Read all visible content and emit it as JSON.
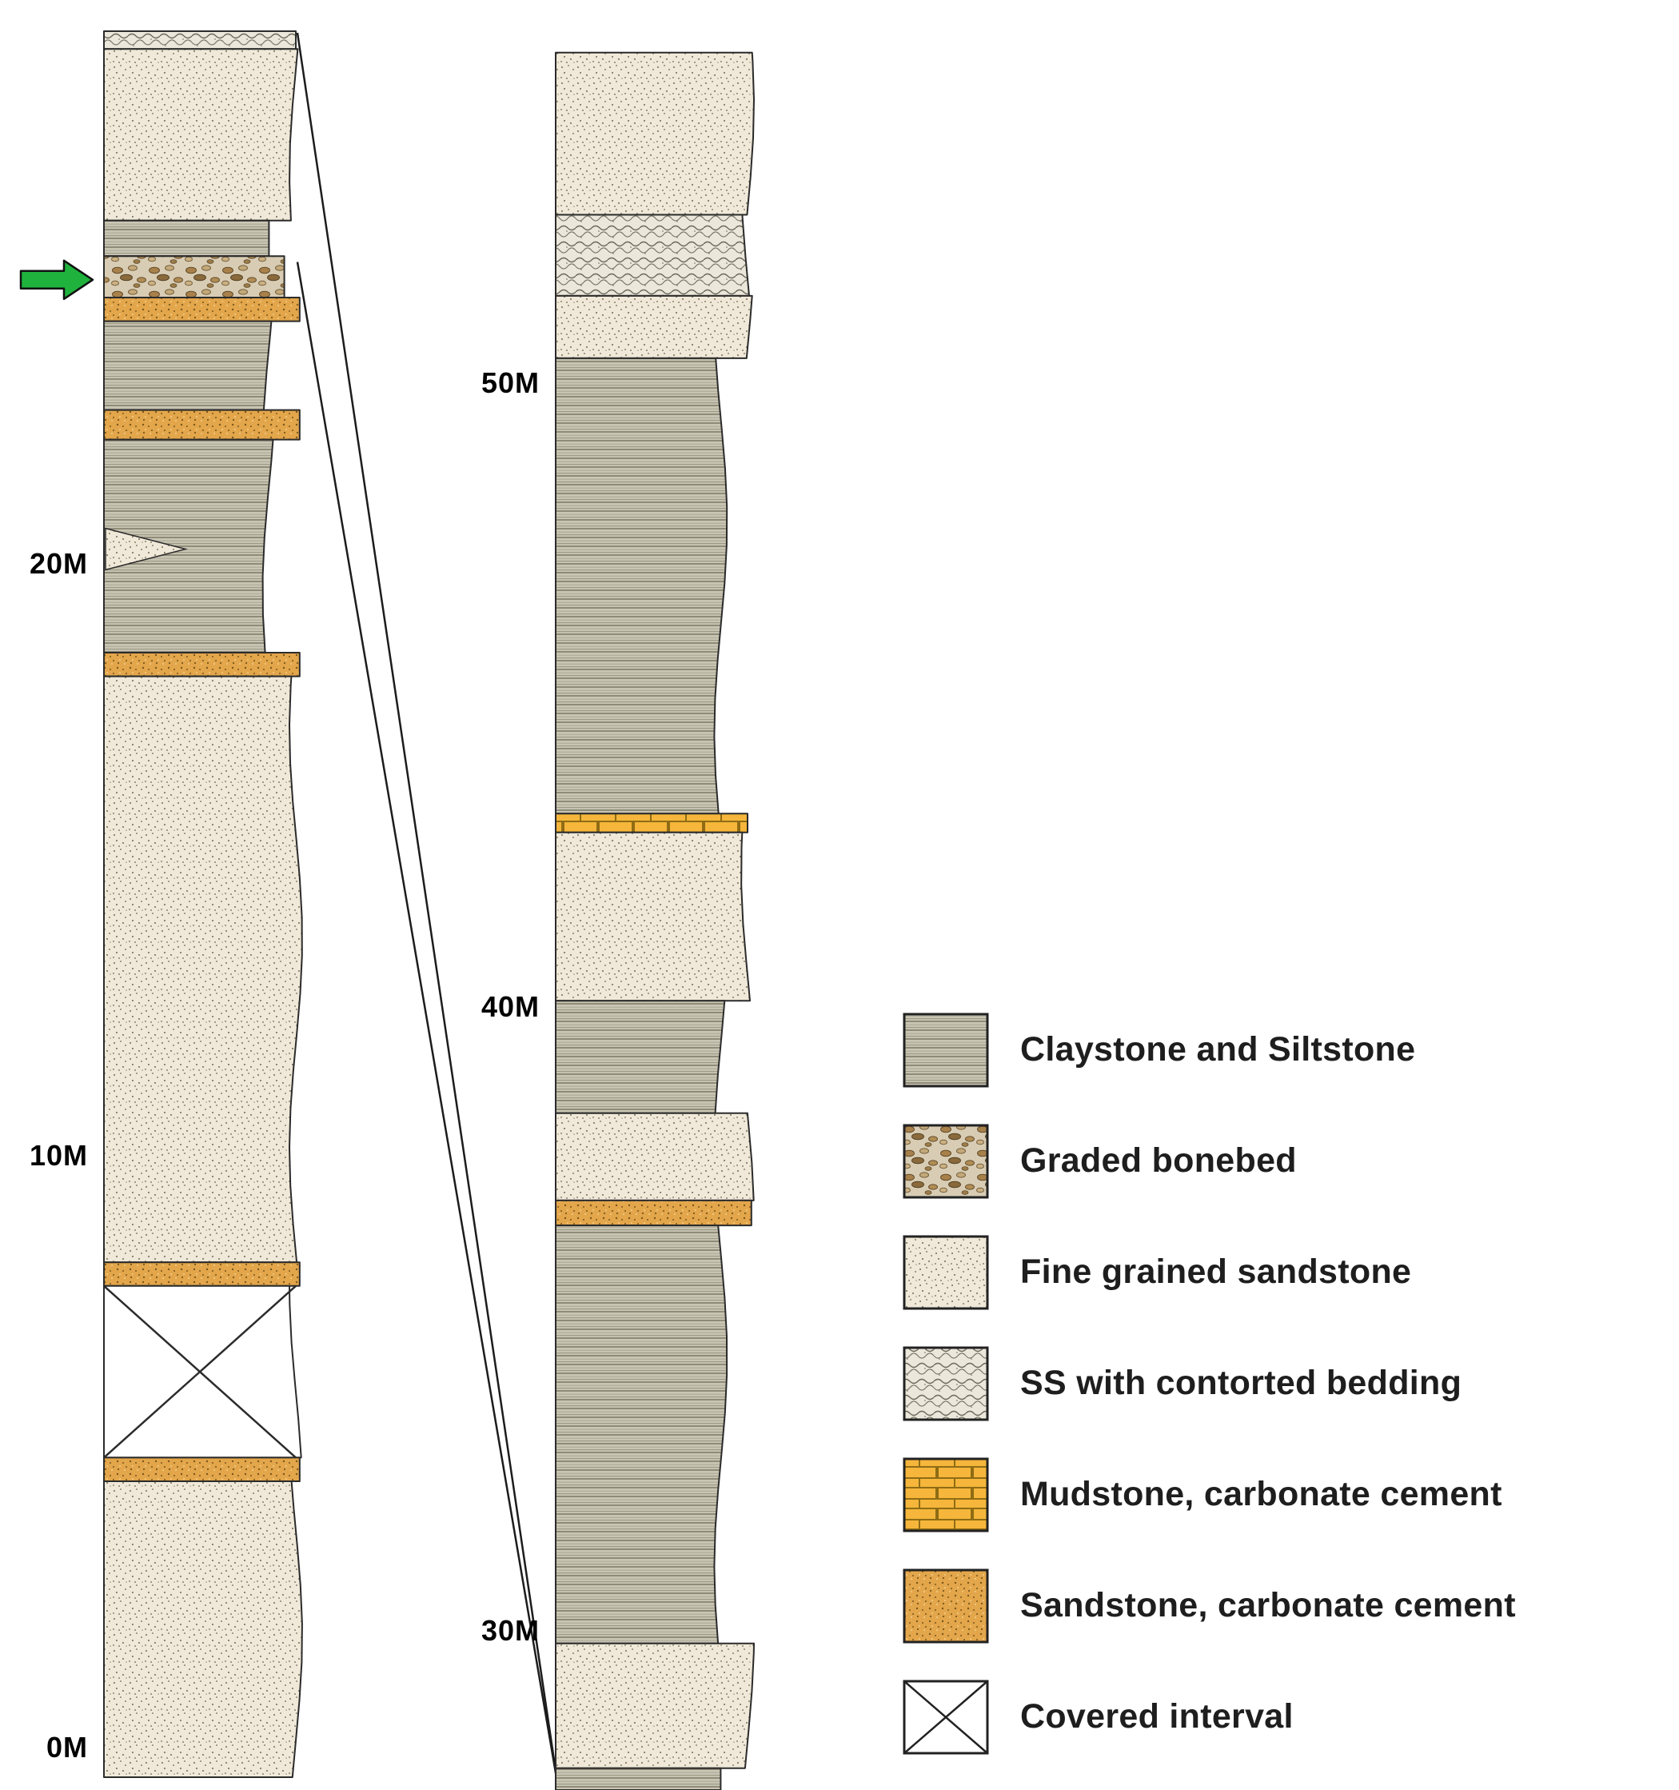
{
  "legend": {
    "items": [
      {
        "key": "claystone_siltstone",
        "label": "Claystone and Siltstone"
      },
      {
        "key": "graded_bonebed",
        "label": "Graded bonebed"
      },
      {
        "key": "fine_sandstone",
        "label": "Fine grained sandstone"
      },
      {
        "key": "contorted_ss",
        "label": "SS with contorted bedding"
      },
      {
        "key": "mudstone_carbonate",
        "label": "Mudstone, carbonate cement"
      },
      {
        "key": "sandstone_carbonate",
        "label": "Sandstone, carbonate cement"
      },
      {
        "key": "covered",
        "label": "Covered interval"
      }
    ]
  },
  "colors": {
    "claystone": "#cac6b4",
    "sandstone": "#f0e9d9",
    "sandstone_carbonate": "#e3a64b",
    "mudstone_carbonate": "#f5b63b",
    "bonebed_matrix": "#d8cdb4",
    "arrow_green": "#1fb23c",
    "outline": "#2b2b2b"
  },
  "chart_data": {
    "type": "stratigraphic-columns",
    "depth_unit": "m",
    "legend_position": "right",
    "columns": [
      {
        "id": "lower",
        "base_m": -0.5,
        "top_m": 29.0,
        "ticks": [
          {
            "m": 20,
            "label": "20M"
          },
          {
            "m": 10,
            "label": "10M"
          },
          {
            "m": 0,
            "label": "0M"
          }
        ],
        "units": [
          {
            "from": 28.7,
            "to": 29.0,
            "lith": "contorted_ss"
          },
          {
            "from": 25.8,
            "to": 28.7,
            "lith": "fine_sandstone"
          },
          {
            "from": 25.2,
            "to": 25.8,
            "lith": "claystone_siltstone"
          },
          {
            "from": 24.5,
            "to": 25.2,
            "lith": "graded_bonebed"
          },
          {
            "from": 24.1,
            "to": 24.5,
            "lith": "sandstone_carbonate"
          },
          {
            "from": 22.6,
            "to": 24.1,
            "lith": "claystone_siltstone"
          },
          {
            "from": 22.1,
            "to": 22.6,
            "lith": "sandstone_carbonate"
          },
          {
            "from": 18.5,
            "to": 22.1,
            "lith": "claystone_siltstone"
          },
          {
            "from": 18.1,
            "to": 18.5,
            "lith": "sandstone_carbonate"
          },
          {
            "from": 8.2,
            "to": 18.1,
            "lith": "fine_sandstone"
          },
          {
            "from": 7.8,
            "to": 8.2,
            "lith": "sandstone_carbonate"
          },
          {
            "from": 4.9,
            "to": 7.8,
            "lith": "covered"
          },
          {
            "from": 4.5,
            "to": 4.9,
            "lith": "sandstone_carbonate"
          },
          {
            "from": -0.5,
            "to": 4.5,
            "lith": "fine_sandstone"
          }
        ]
      },
      {
        "id": "upper",
        "base_m": 27.45,
        "top_m": 55.3,
        "ticks": [
          {
            "m": 50,
            "label": "50M"
          },
          {
            "m": 40,
            "label": "40M"
          },
          {
            "m": 30,
            "label": "30M"
          }
        ],
        "units": [
          {
            "from": 52.7,
            "to": 55.3,
            "lith": "fine_sandstone"
          },
          {
            "from": 51.4,
            "to": 52.7,
            "lith": "contorted_ss"
          },
          {
            "from": 50.4,
            "to": 51.4,
            "lith": "fine_sandstone"
          },
          {
            "from": 43.1,
            "to": 50.4,
            "lith": "claystone_siltstone"
          },
          {
            "from": 42.8,
            "to": 43.1,
            "lith": "mudstone_carbonate"
          },
          {
            "from": 40.1,
            "to": 42.8,
            "lith": "fine_sandstone"
          },
          {
            "from": 38.3,
            "to": 40.1,
            "lith": "claystone_siltstone"
          },
          {
            "from": 36.9,
            "to": 38.3,
            "lith": "fine_sandstone"
          },
          {
            "from": 36.5,
            "to": 36.9,
            "lith": "sandstone_carbonate"
          },
          {
            "from": 29.8,
            "to": 36.5,
            "lith": "claystone_siltstone"
          },
          {
            "from": 27.8,
            "to": 29.8,
            "lith": "fine_sandstone"
          },
          {
            "from": 27.45,
            "to": 27.8,
            "lith": "claystone_siltstone"
          }
        ]
      }
    ],
    "annotations": [
      {
        "type": "arrow",
        "column": "lower",
        "at_m": 24.8,
        "side": "left",
        "color": "#1fb23c",
        "points_to": "graded_bonebed"
      },
      {
        "type": "sandstone_lens",
        "column": "lower",
        "from_m": 19.9,
        "to_m": 20.6
      }
    ],
    "correlation": {
      "from_column": "lower",
      "from_m_top": 29.0,
      "from_m_bottom": 25.1,
      "to_column": "upper",
      "to_m": 27.45
    }
  }
}
